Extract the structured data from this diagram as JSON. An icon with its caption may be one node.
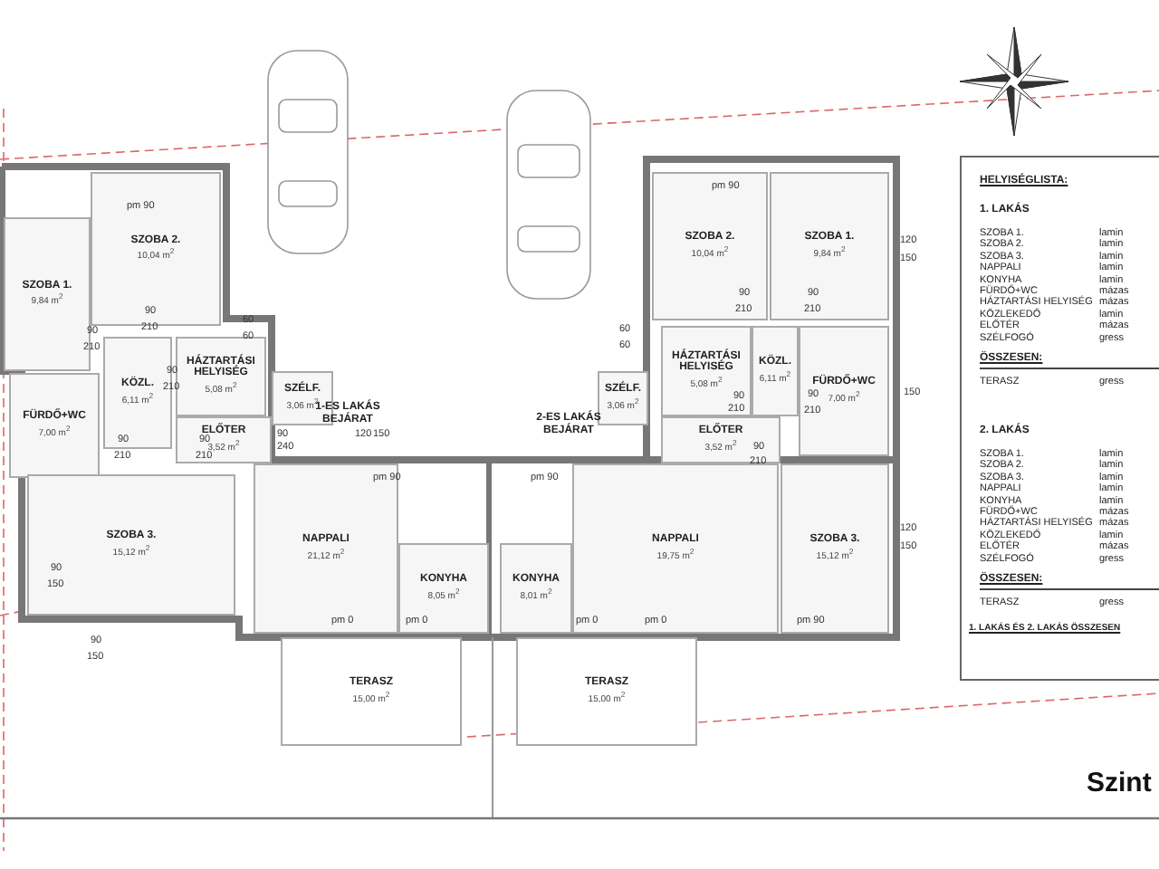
{
  "diagram": {
    "nodes": [
      {
        "text": [
          "SZOBA 2.",
          "10,04 m$^{2}$"
        ]
      },
      {
        "text": [
          "SZOBA 1.",
          "9,84 m$^{2}$"
        ]
      },
      {
        "text": [
          "HÁZTARTÁSI HELYISÉG",
          "5,08 m$^{2}$"
        ]
      },
      {
        "text": [
          "KÖZL.",
          "6,11 m$^{2}$"
        ]
      },
      {
        "text": [
          "SZÉLF.",
          "3,06 m$^{2}$"
        ]
      },
      {
        "text": [
          "FÜRDŐ+WC",
          "7,00 m$^{2}$"
        ]
      },
      {
        "text": [
          "ELŐTER",
          "3,52 m$^{2}$"
        ]
      },
      {
        "text": [
          "SZOBA 2.",
          "10,04 m$^{2}$"
        ]
      },
      {
        "text": [
          "SZOBA 1.",
          "9,84 m$^{2}$"
        ]
      },
      {
        "text": [
          "HÁZTARTÁSI HELYISÉG",
          "5,08 m$^{2}$"
        ]
      },
      {
        "text": [
          "KÖZL.",
          "6,11 m$^{2}$"
        ]
      },
      {
        "text": [
          "FÜRDŐ+WC",
          "7,00 m$^{2}$"
        ]
      },
      {
        "text": [
          "SZÉLF.",
          "3,06 m$^{2}$"
        ]
      },
      {
        "text": [
          "ELŐTER",
          "3,52 m$^{2}$"
        ]
      },
      {
        "text": [
          "NAPPALI",
          "21,12 m$^{2}$"
        ]
      },
      {
        "text": [
          "KONYHA",
          "8,05 m$^{2}$"
        ]
      },
      {
        "text": [
          "KONYHA",
          "8,01 m$^{2}$"
        ]
      },
      {
        "text": [
          "NAPPALI",
          "19,75 m$^{2}$"
        ]
      },
      {
        "text": [
          "SZOBA 3.",
          "15,12 m$^{2}$"
        ]
      },
      {
        "text": [
          "SZOBA 3.",
          "15,12 m$^{2}$"
        ]
      },
      {
        "text": [
          "TERASZ",
          "15,00 m$^{2}$"
        ]
      },
      {
        "text": [
          "TERASZ",
          "15,00 m$^{2}$"
        ]
      }
    ],
    "labels": [
      "pm 90",
      "90",
      "210",
      "90",
      "210",
      "90",
      "210",
      "90",
      "210",
      "90",
      "210",
      "60",
      "60",
      "90",
      "240",
      "pm 90",
      "120",
      "150",
      "pm 90",
      "90",
      "210",
      "90",
      "210",
      "120",
      "150",
      "60",
      "60",
      "90",
      "210",
      "90",
      "210",
      "90",
      "210",
      "150",
      "120",
      "150",
      "pm 90",
      "pm 0",
      "pm 0",
      "pm 0",
      "pm 0",
      "pm 90",
      "90",
      "150",
      "90",
      "150",
      "1-ES LAKÁS BEJÁRAT",
      "2-ES LAKÁS BEJÁRAT",
      "HELYISÉGLISTA:",
      "1. LAKÁS",
      "SZOBA 1.",
      "lamin",
      "SZOBA 2.",
      "lamin",
      "SZOBA 3.",
      "lamin",
      "NAPPALI",
      "lamin",
      "KONYHA",
      "lamin",
      "FÜRDŐ+WC",
      "mázas",
      "HÁZTARTÁSI HELYISÉG",
      "mázas",
      "KÖZLEKEDŐ",
      "lamin",
      "ELŐTÉR",
      "mázas",
      "SZÉLFOGÓ",
      "gress",
      "ÖSSZESEN:",
      "TERASZ",
      "gress",
      "2. LAKÁS",
      "SZOBA 1.",
      "lamin",
      "SZOBA 2.",
      "lamin",
      "SZOBA 3.",
      "lamin",
      "NAPPALI",
      "lamin",
      "KONYHA",
      "lamin",
      "FÜRDŐ+WC",
      "mázas",
      "HÁZTARTÁSI HELYISÉG",
      "mázas",
      "KÖZLEKEDŐ",
      "lamin",
      "ELŐTÉR",
      "mázas",
      "SZÉLFOGÓ",
      "gress",
      "ÖSSZESEN:",
      "TERASZ",
      "gress",
      "1. LAKÁS ÉS 2. LAKÁS ÖSSZESEN",
      "Szint"
    ]
  }
}
